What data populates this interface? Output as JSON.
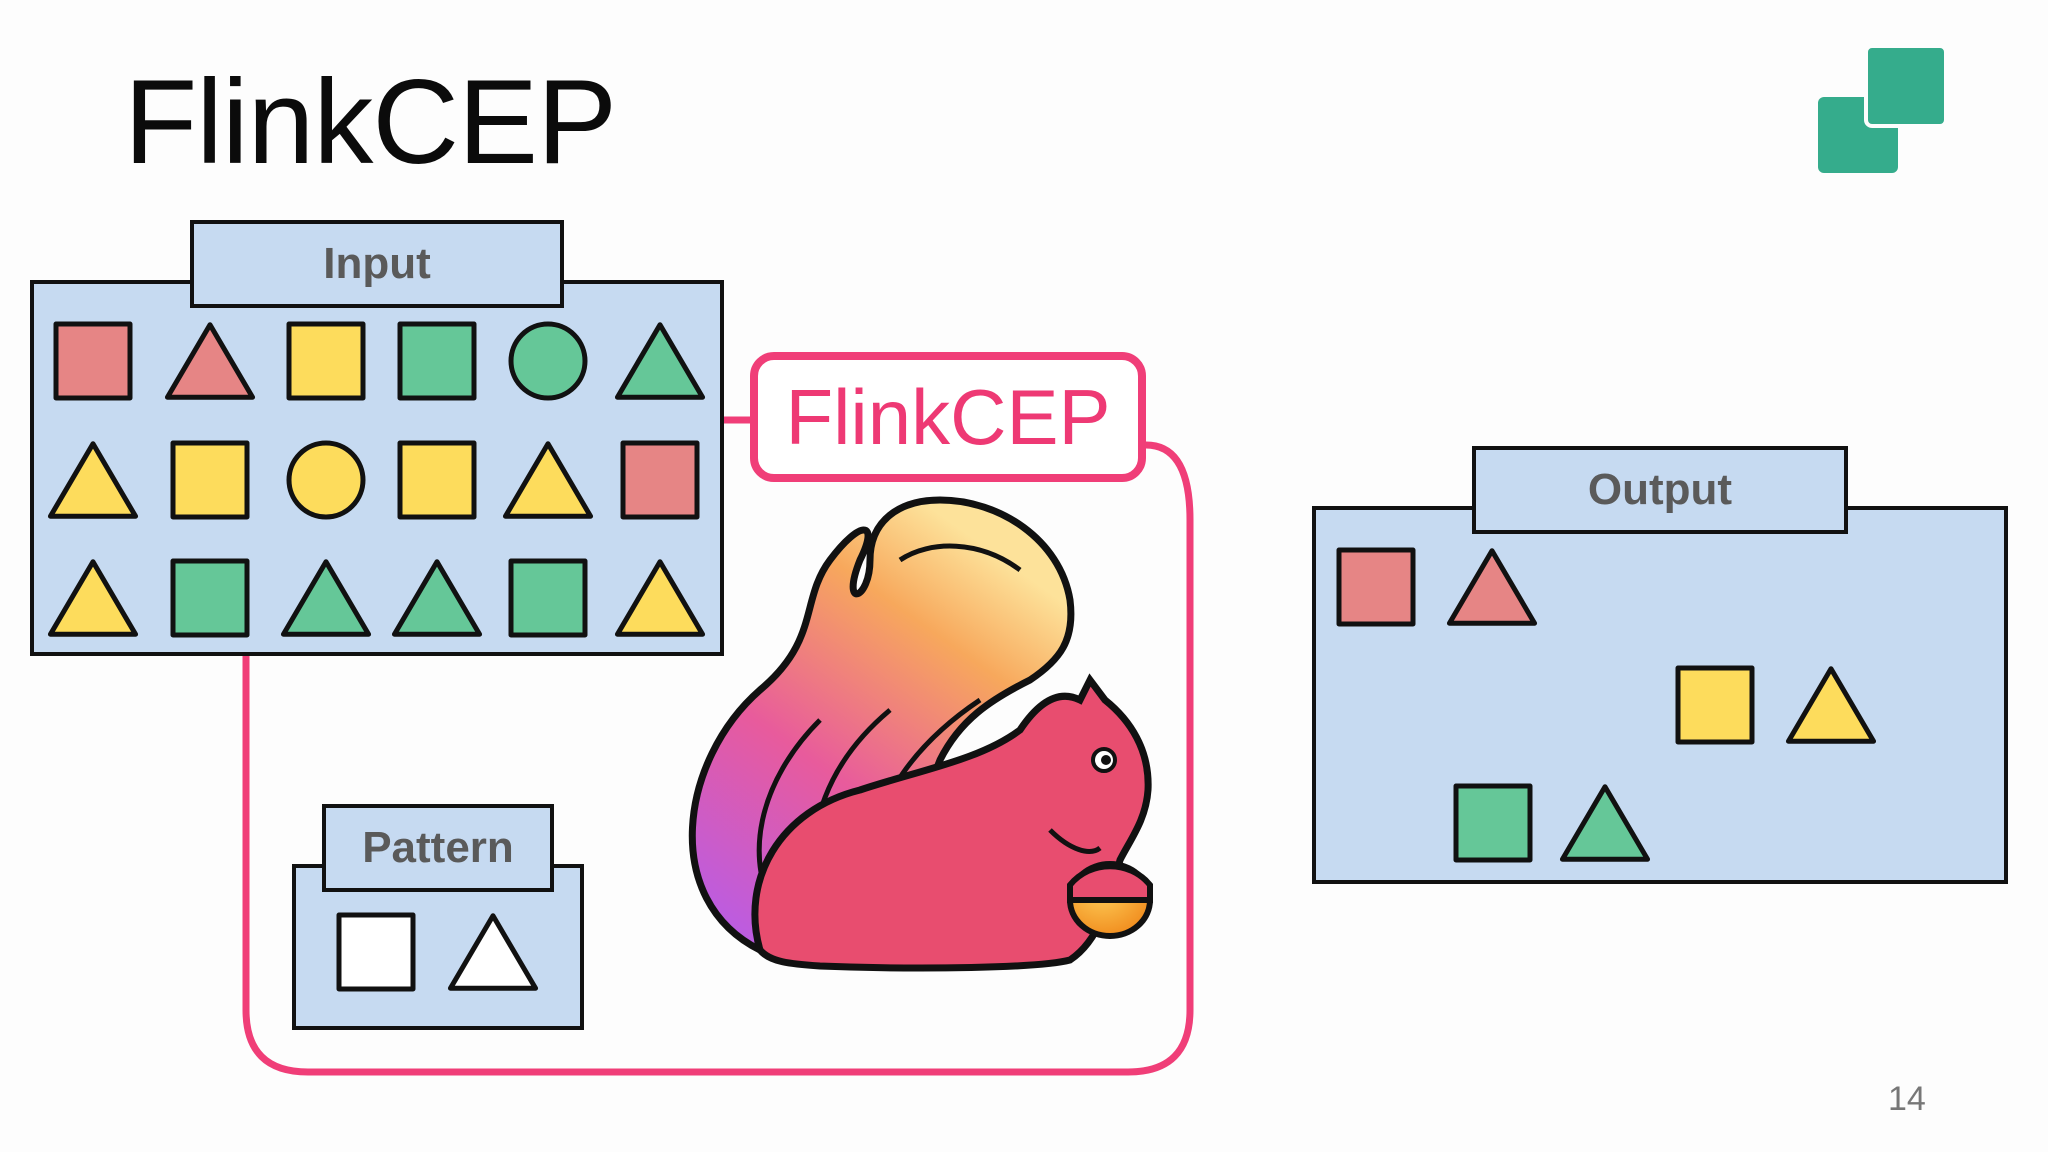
{
  "slide": {
    "title": "FlinkCEP",
    "page_number": "14"
  },
  "diagram": {
    "input_label": "Input",
    "pattern_label": "Pattern",
    "output_label": "Output",
    "engine_label": "FlinkCEP",
    "colors": {
      "red": "#e68585",
      "yellow": "#fddc5c",
      "green": "#65c798",
      "blue_box": "#c6daf1",
      "pink": "#f03e78",
      "logo_green": "#35ac8c"
    },
    "input_rows": [
      [
        "red-square",
        "red-triangle",
        "yellow-square",
        "green-square",
        "green-circle",
        "green-triangle"
      ],
      [
        "yellow-triangle",
        "yellow-square",
        "yellow-circle",
        "yellow-square",
        "yellow-triangle",
        "red-square"
      ],
      [
        "yellow-triangle",
        "green-square",
        "green-triangle",
        "green-triangle",
        "green-square",
        "yellow-triangle"
      ]
    ],
    "pattern_shapes": [
      "white-square",
      "white-triangle"
    ],
    "output_pairs": [
      [
        "red-square",
        "red-triangle"
      ],
      [
        "yellow-square",
        "yellow-triangle"
      ],
      [
        "green-square",
        "green-triangle"
      ]
    ],
    "icons": [
      "squirrel-mascot-icon",
      "two-squares-logo-icon"
    ]
  }
}
